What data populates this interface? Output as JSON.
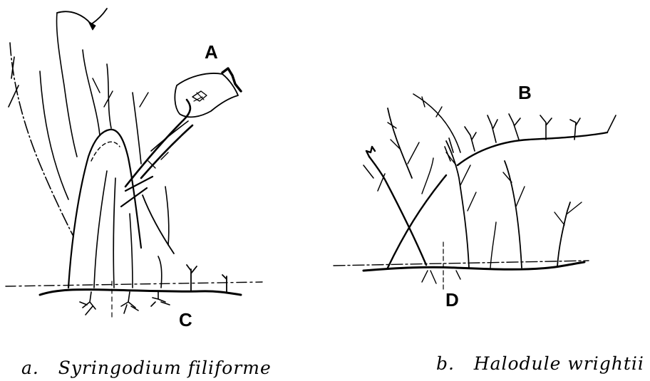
{
  "panels": [
    {
      "id": "a",
      "caption": "a.   Syringodium filiforme",
      "labels": {
        "A": "A",
        "C": "C"
      }
    },
    {
      "id": "b",
      "caption": "b.   Halodule wrightii",
      "labels": {
        "B": "B",
        "D": "D"
      }
    }
  ],
  "ink_color": "#000000"
}
